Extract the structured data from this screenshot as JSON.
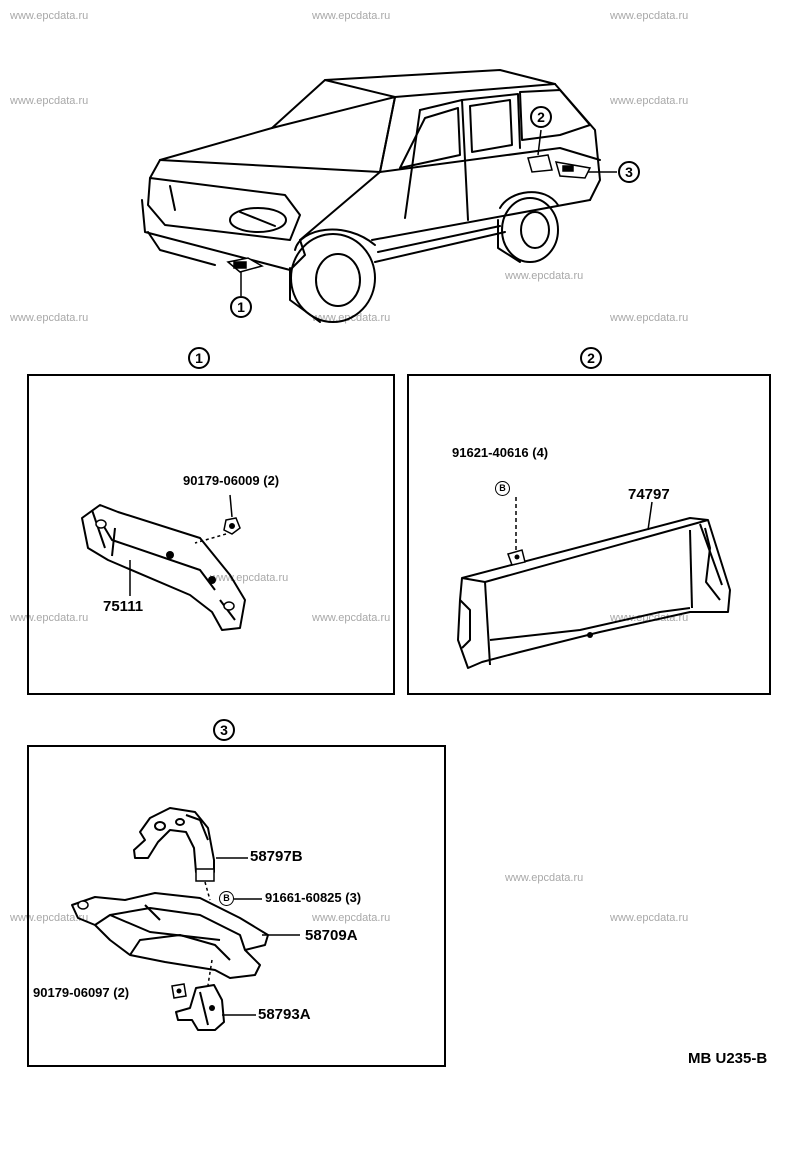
{
  "watermark": "www.epcdata.ru",
  "callouts": {
    "one": "1",
    "two": "2",
    "three": "3",
    "bolt": "B"
  },
  "panel1": {
    "parts": {
      "nut": "90179-06009 (2)",
      "bracket": "75111"
    }
  },
  "panel2": {
    "parts": {
      "bolt": "91621-40616 (4)",
      "cover": "74797"
    }
  },
  "panel3": {
    "parts": {
      "bracket_b": "58797B",
      "bolt": "91661-60825 (3)",
      "tray": "58709A",
      "nut": "90179-06097 (2)",
      "bracket_a": "58793A"
    }
  },
  "diagram_code": "MB U235-B"
}
